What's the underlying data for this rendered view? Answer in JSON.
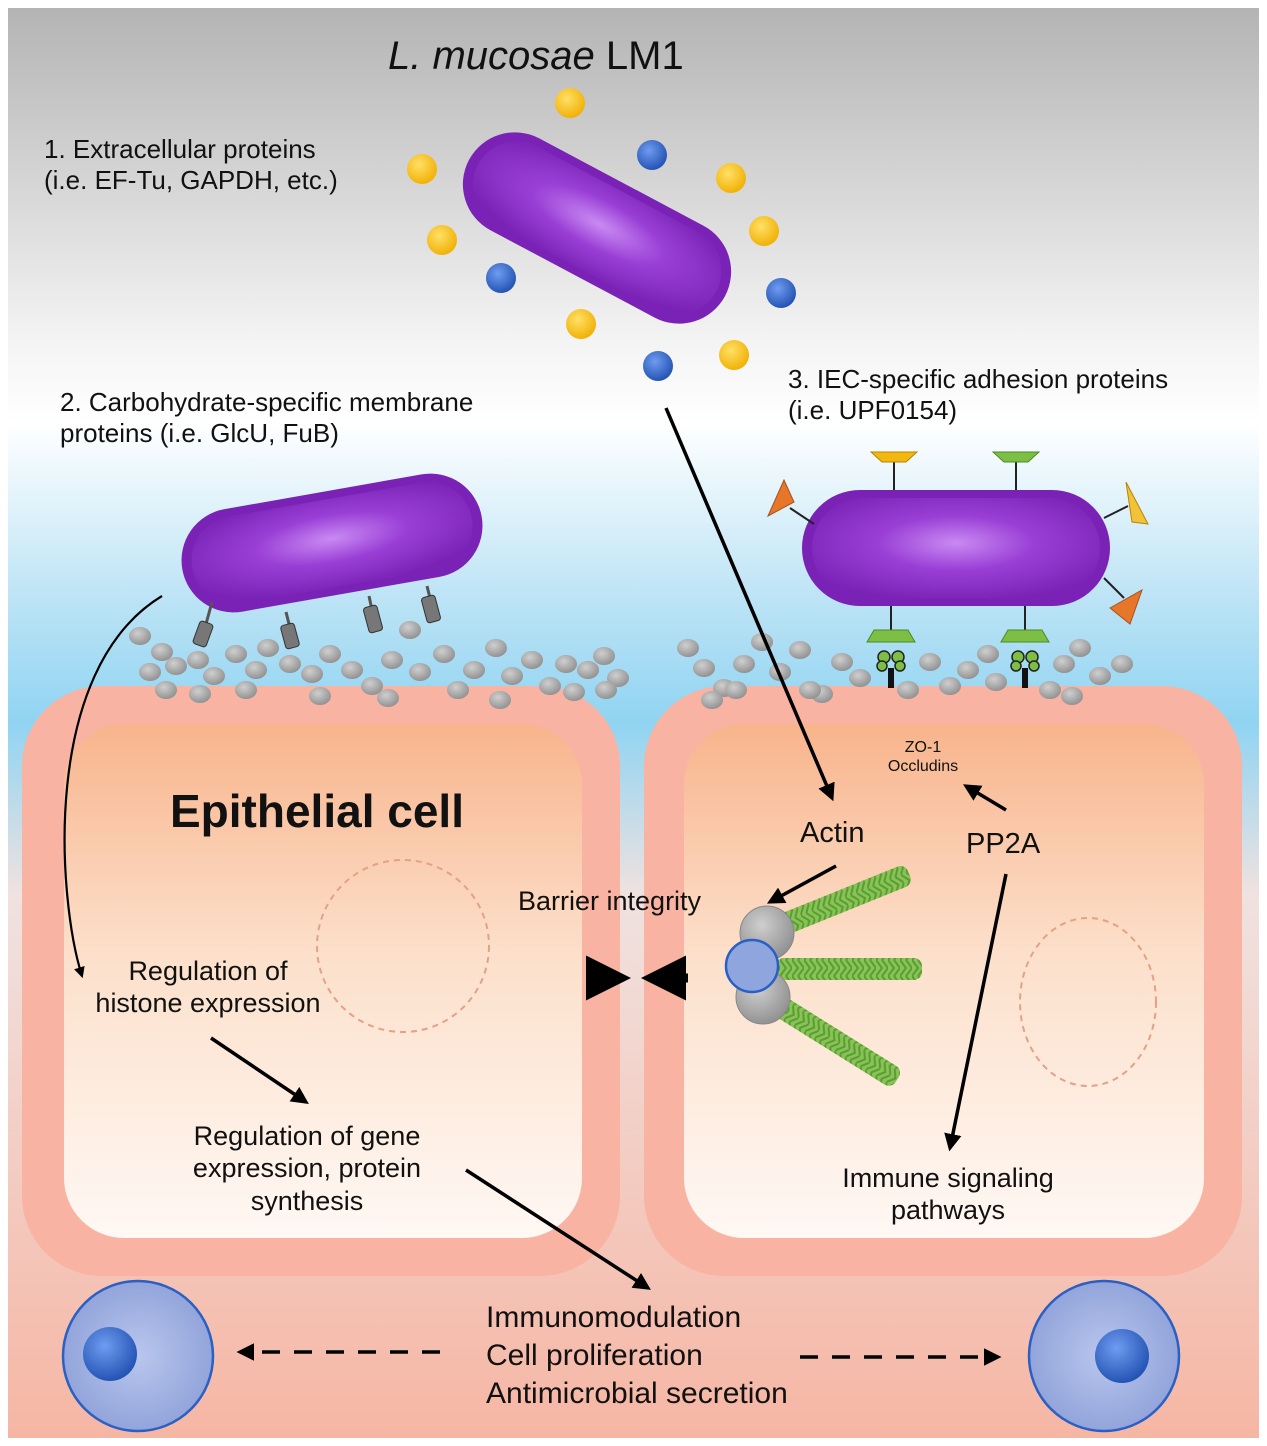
{
  "title": {
    "organism": "L. mucosae",
    "strain": "LM1"
  },
  "sections": {
    "extracellular": {
      "line1": "1. Extracellular proteins",
      "line2": "(i.e. EF-Tu, GAPDH, etc.)"
    },
    "carbohydrate": {
      "line1": "2. Carbohydrate-specific membrane",
      "line2": "proteins (i.e. GlcU, FuB)"
    },
    "adhesion": {
      "line1": "3. IEC-specific adhesion proteins",
      "line2": "(i.e. UPF0154)"
    }
  },
  "cell_label": "Epithelial cell",
  "left_cell": {
    "histone": {
      "line1": "Regulation  of",
      "line2": "histone expression"
    },
    "gene": {
      "line1": "Regulation  of gene",
      "line2": "expression, protein",
      "line3": "synthesis"
    }
  },
  "right_cell": {
    "zo1": "ZO-1",
    "occludins": "Occludins",
    "actin": "Actin",
    "pp2a": "PP2A",
    "barrier": "Barrier integrity",
    "immune": {
      "line1": "Immune signaling",
      "line2": "pathways"
    }
  },
  "outcomes": [
    "Immunomodulation",
    "Cell proliferation",
    "Antimicrobial secretion"
  ],
  "colors": {
    "bacterium": "#7a22b5",
    "bacterium_highlight": "#a85ae0",
    "yellow_protein": "#f2b80f",
    "blue_protein": "#2f62c4",
    "cell_outer": "#f6b0a0",
    "cell_inner": "#fbd5bd",
    "mucus": "#a8a8a8",
    "actin": "#7fbf4d",
    "immune_cell": "#97a9dc",
    "immune_nucleus": "#2a5fc4"
  }
}
